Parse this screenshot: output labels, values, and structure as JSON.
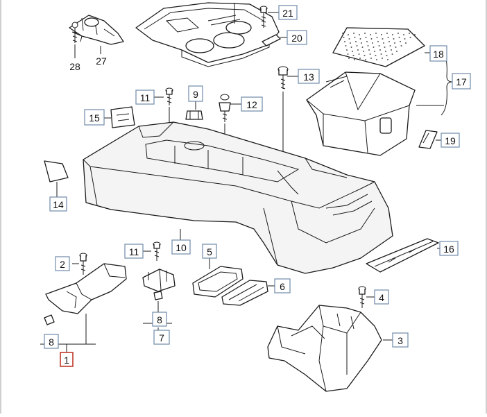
{
  "diagram": {
    "callouts": [
      {
        "id": "c1",
        "label": "1",
        "highlight": true
      },
      {
        "id": "c2",
        "label": "2"
      },
      {
        "id": "c3",
        "label": "3"
      },
      {
        "id": "c4",
        "label": "4"
      },
      {
        "id": "c5",
        "label": "5"
      },
      {
        "id": "c6",
        "label": "6"
      },
      {
        "id": "c7",
        "label": "7"
      },
      {
        "id": "c8a",
        "label": "8"
      },
      {
        "id": "c8b",
        "label": "8"
      },
      {
        "id": "c9",
        "label": "9"
      },
      {
        "id": "c10",
        "label": "10"
      },
      {
        "id": "c11a",
        "label": "11"
      },
      {
        "id": "c11b",
        "label": "11"
      },
      {
        "id": "c12",
        "label": "12"
      },
      {
        "id": "c13",
        "label": "13"
      },
      {
        "id": "c14",
        "label": "14"
      },
      {
        "id": "c15",
        "label": "15"
      },
      {
        "id": "c16",
        "label": "16"
      },
      {
        "id": "c17",
        "label": "17"
      },
      {
        "id": "c18",
        "label": "18"
      },
      {
        "id": "c19",
        "label": "19"
      },
      {
        "id": "c20",
        "label": "20"
      },
      {
        "id": "c21",
        "label": "21"
      }
    ],
    "plain_labels": [
      {
        "id": "p27",
        "label": "27"
      },
      {
        "id": "p28",
        "label": "28"
      }
    ],
    "colors": {
      "line": "#1a1a1a",
      "callout_border": "#6e8aa8",
      "callout_highlight": "#c0392b"
    }
  }
}
